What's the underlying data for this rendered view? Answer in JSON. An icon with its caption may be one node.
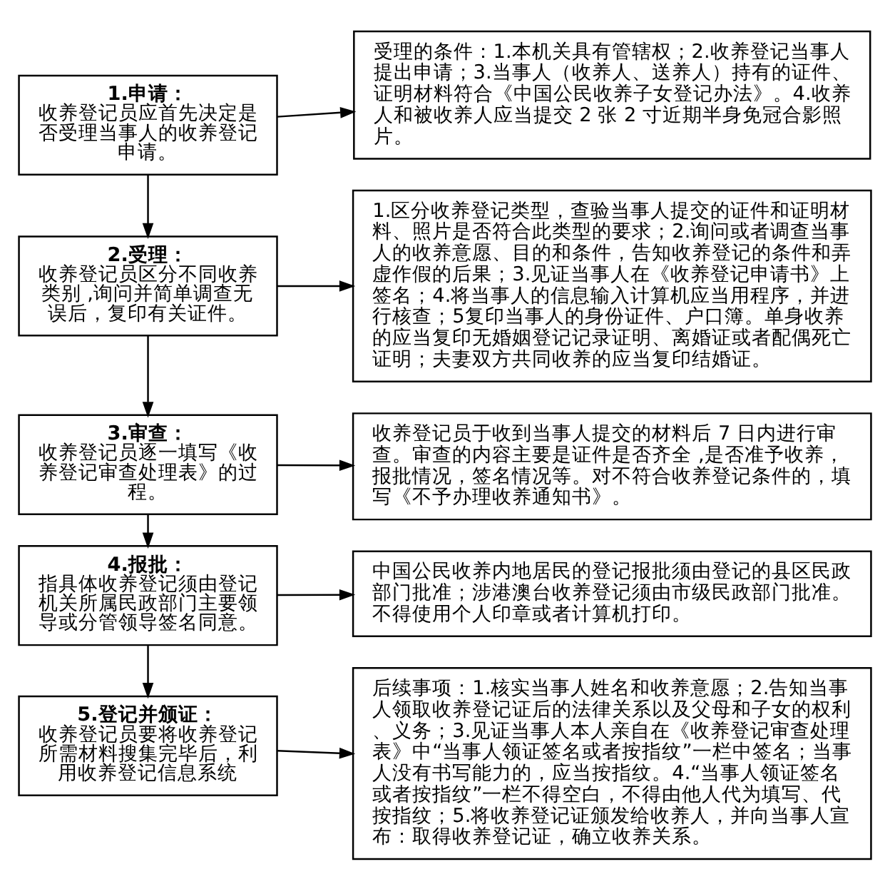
{
  "diagram": {
    "nodes": [
      {
        "text": [
          "1.申请：",
          "收养登记员应首先决定是否受理当事人的收养登记申请。"
        ]
      },
      {
        "text": [
          "受理的条件：1.本机关具有管辖权；2.收养登记当事人提出申请；3.当事人（收养人、送养人）持有的证件、证明材料符合《中国公民收养子女登记办法》。4.收养人和被收养人应当提交 2 张 2 寸近期半身免冠合影照片。"
        ]
      },
      {
        "text": [
          "2.受理：",
          "收养登记员区分不同收养类别 ,询问并简单调查无误后，复印有关证件。"
        ]
      },
      {
        "text": [
          "1.区分收养登记类型，查验当事人提交的证件和证明材料、照片是否符合此类型的要求；2.询问或者调查当事人的收养意愿、目的和条件，告知收养登记的条件和弄虚作假的后果；3.见证当事人在《收养登记申请书》上签名；4.将当事人的信息输入计算机应当用程序，并进行核查；5复印当事人的身份证件、户口簿。单身收养的应当复印无婚姻登记记录证明、离婚证或者配偶死亡证明；夫妻双方共同收养的应当复印结婚证。"
        ]
      },
      {
        "text": [
          "3.审查：",
          "收养登记员逐一填写《收养登记审查处理表》的过程。"
        ]
      },
      {
        "text": [
          "收养登记员于收到当事人提交的材料后 7 日内进行审查。审查的内容主要是证件是否齐全 ,是否准予收养，报批情况，签名情况等。对不符合收养登记条件的，填写《不予办理收养通知书》。"
        ]
      },
      {
        "text": [
          "4.报批：",
          "指具体收养登记须由登记机关所属民政部门主要领导或分管领导签名同意。"
        ]
      },
      {
        "text": [
          "中国公民收养内地居民的登记报批须由登记的县区民政部门批准；涉港澳台收养登记须由市级民政部门批准。不得使用个人印章或者计算机打印。"
        ]
      },
      {
        "text": [
          "5.登记并颁证：",
          "收养登记员要将收养登记所需材料搜集完毕后，利用收养登记信息系统"
        ]
      },
      {
        "text": [
          "后续事项：1.核实当事人姓名和收养意愿；2.告知当事人领取收养登记证后的法律关系以及父母和子女的权利、义务；3.见证当事人本人亲自在《收养登记审查处理表》中“当事人领证签名或者按指纹”一栏中签名；当事人没有书写能力的，应当按指纹。4.“当事人领证签名或者按指纹”一栏不得空白，不得由他人代为填写、代按指纹；5.将收养登记证颁发给收养人，并向当事人宣布：取得收养登记证，确立收养关系。"
        ]
      }
    ],
    "edges": [
      {
        "from": 0,
        "to": 1,
        "arrow": "to"
      },
      {
        "from": 0,
        "to": 2,
        "arrow": "to"
      },
      {
        "from": 2,
        "to": 3,
        "arrow": "to"
      },
      {
        "from": 2,
        "to": 4,
        "arrow": "to"
      },
      {
        "from": 4,
        "to": 5,
        "arrow": "to"
      },
      {
        "from": 4,
        "to": 6,
        "arrow": "to"
      },
      {
        "from": 6,
        "to": 7,
        "arrow": "to"
      },
      {
        "from": 6,
        "to": 8,
        "arrow": "to"
      },
      {
        "from": 8,
        "to": 9,
        "arrow": "to"
      }
    ]
  }
}
